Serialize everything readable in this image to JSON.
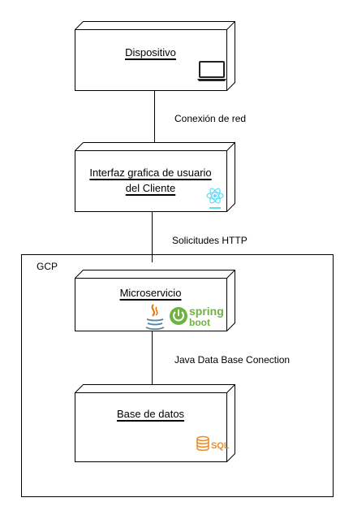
{
  "nodes": {
    "device": {
      "title": "Dispositivo",
      "icon": "laptop-icon"
    },
    "client_ui": {
      "title_line1": "Interfaz grafica de usuario",
      "title_line2": "del Cliente",
      "icon": "react-icon"
    },
    "microservice": {
      "title": "Microservicio",
      "icons": [
        "java-icon",
        "spring-boot-icon"
      ],
      "spring_word": "spring",
      "boot_word": "boot"
    },
    "database": {
      "title": "Base de datos",
      "icon": "sql-database-icon",
      "sql_word": "SQL"
    }
  },
  "connections": {
    "network": "Conexión de red",
    "http": "Solicitudes HTTP",
    "jdbc": "Java Data Base Conection"
  },
  "group": {
    "label": "GCP"
  },
  "colors": {
    "stroke": "#000000",
    "node_fill": "#ffffff",
    "react": "#61dafb",
    "java_red": "#e76f00",
    "java_blue": "#5382a1",
    "spring": "#6db33f",
    "sql": "#f08a24"
  }
}
